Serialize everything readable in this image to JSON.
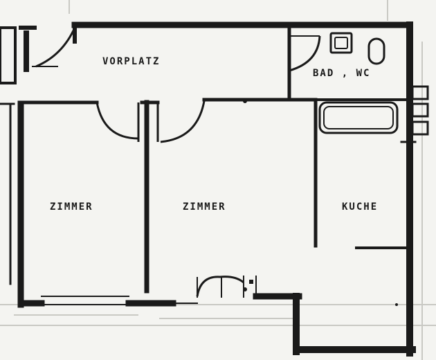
{
  "plan": {
    "rooms": {
      "vorplatz": "VORPLATZ",
      "bad_wc": "BAD , WC",
      "zimmer_left": "ZIMMER",
      "zimmer_center": "ZIMMER",
      "kuche": "KUCHE"
    },
    "colors": {
      "background": "#f4f4f1",
      "ink": "#1a1a1a",
      "faint": "#c9c9c4"
    }
  }
}
